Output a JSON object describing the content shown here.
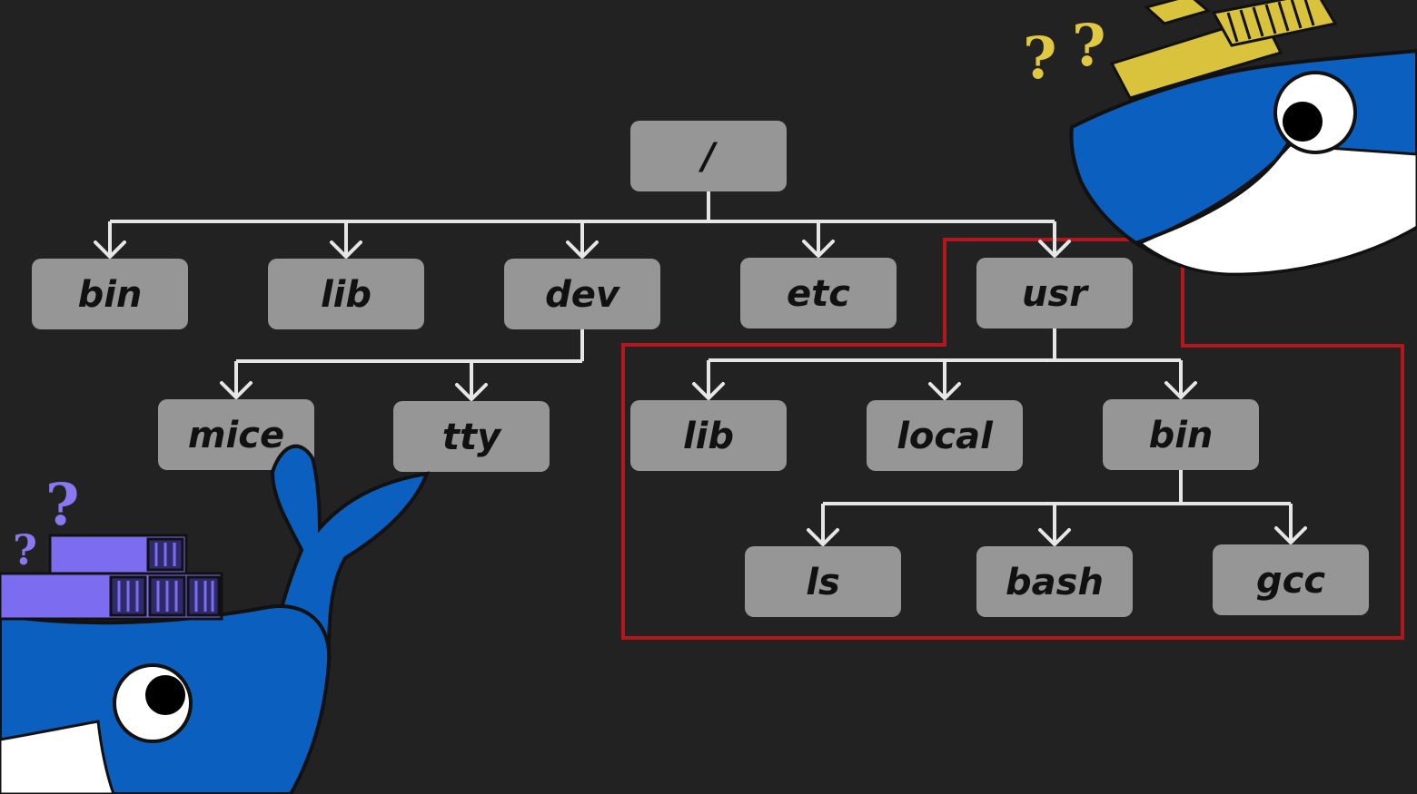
{
  "tree": {
    "nodes": [
      {
        "id": "root",
        "label": "/"
      },
      {
        "id": "bin",
        "label": "bin"
      },
      {
        "id": "lib",
        "label": "lib"
      },
      {
        "id": "dev",
        "label": "dev"
      },
      {
        "id": "etc",
        "label": "etc"
      },
      {
        "id": "usr",
        "label": "usr"
      },
      {
        "id": "mice",
        "label": "mice"
      },
      {
        "id": "tty",
        "label": "tty"
      },
      {
        "id": "ulib",
        "label": "lib"
      },
      {
        "id": "local",
        "label": "local"
      },
      {
        "id": "ubin",
        "label": "bin"
      },
      {
        "id": "ls",
        "label": "ls"
      },
      {
        "id": "bash",
        "label": "bash"
      },
      {
        "id": "gcc",
        "label": "gcc"
      }
    ],
    "edges": [
      [
        "root",
        "bin"
      ],
      [
        "root",
        "lib"
      ],
      [
        "root",
        "dev"
      ],
      [
        "root",
        "etc"
      ],
      [
        "root",
        "usr"
      ],
      [
        "dev",
        "mice"
      ],
      [
        "dev",
        "tty"
      ],
      [
        "usr",
        "ulib"
      ],
      [
        "usr",
        "local"
      ],
      [
        "usr",
        "ubin"
      ],
      [
        "ubin",
        "ls"
      ],
      [
        "ubin",
        "bash"
      ],
      [
        "ubin",
        "gcc"
      ]
    ]
  },
  "highlight": {
    "color": "#b3161c"
  },
  "colors": {
    "background": "#222222",
    "node_fill": "#969696",
    "edge": "#e6e6e6",
    "whale_blue": "#0b5fbf",
    "purple_containers": "#7b6cf0",
    "yellow_containers": "#d9c23c"
  }
}
